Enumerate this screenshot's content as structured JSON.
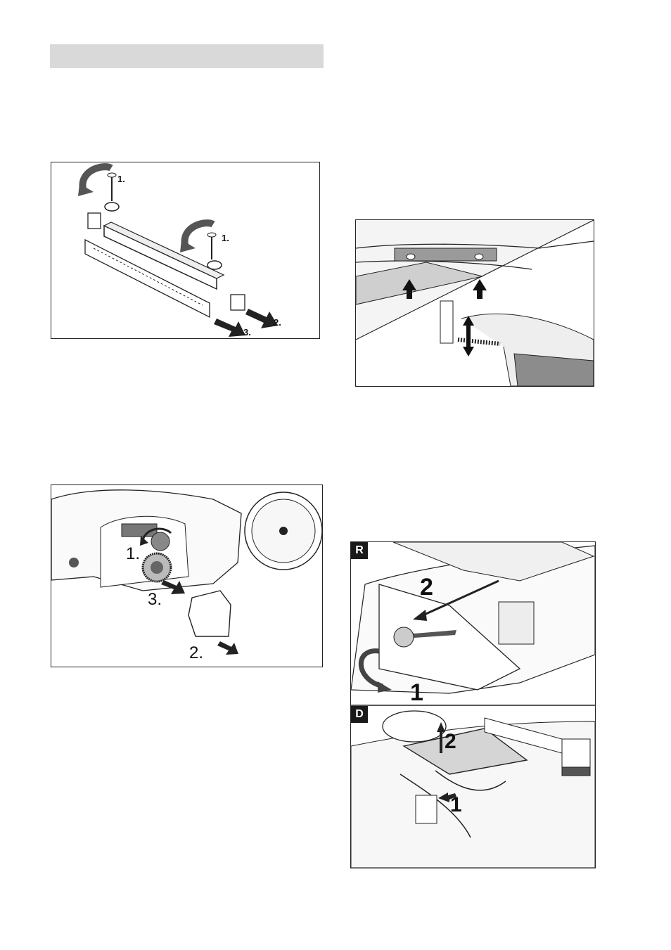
{
  "figures": {
    "squeegee": {
      "labels": [
        "1.",
        "1.",
        "2.",
        "3."
      ]
    },
    "spring": {},
    "brush": {
      "labels": [
        "1.",
        "3.",
        "2."
      ]
    },
    "cover": {
      "panel_r": {
        "tag": "R",
        "labels": [
          "2",
          "1"
        ]
      },
      "panel_d": {
        "tag": "D",
        "labels": [
          "2",
          "1"
        ]
      }
    }
  }
}
